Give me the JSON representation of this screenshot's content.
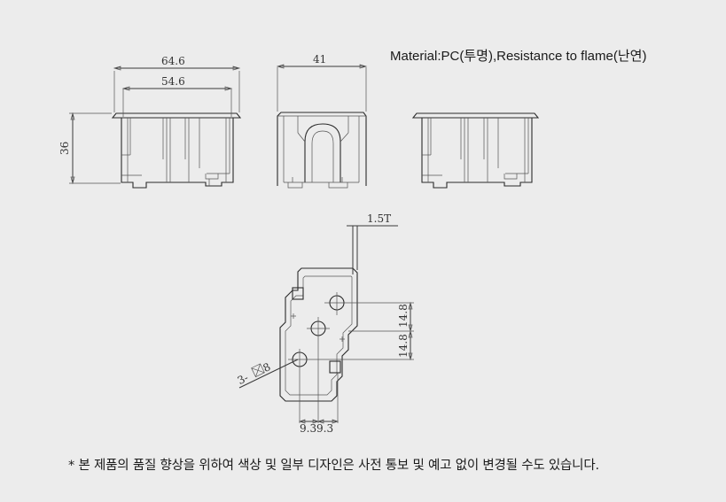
{
  "material": {
    "prefix": "Material:PC(",
    "prefix_kr": "투명",
    "middle": "),Resistance to flame(",
    "middle_kr": "난연",
    "suffix": ")"
  },
  "dimensions": {
    "outer_width": "64.6",
    "inner_width": "54.6",
    "height": "36",
    "depth": "41",
    "thickness": "1.5T",
    "hole_spacing_top": "14.8",
    "hole_spacing_bottom": "14.8",
    "hole_label": "3-",
    "hole_size": "8",
    "bottom_left": "9.3",
    "bottom_right": "9.3"
  },
  "note": "* 본 제품의 품질 향상을 위하여 색상 및 일부 디자인은 사전 통보 및 예고 없이 변경될 수도 있습니다.",
  "colors": {
    "background": "#ececec",
    "line": "#2a2a2a"
  }
}
